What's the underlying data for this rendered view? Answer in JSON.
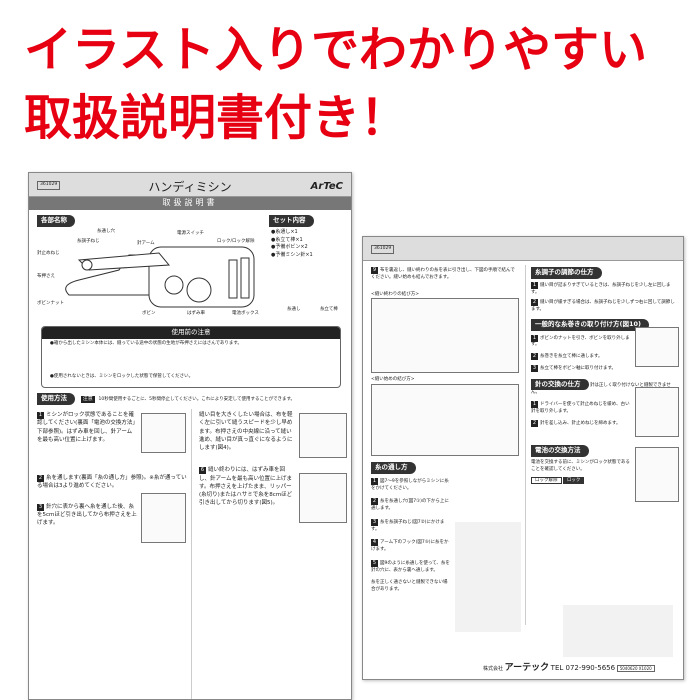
{
  "headline": {
    "line1": "イラスト入りでわかりやすい",
    "line2": "取扱説明書付き！",
    "color": "#e60012"
  },
  "left_page": {
    "code": "361029",
    "title": "ハンディミシン",
    "logo": "ArTeC",
    "subtitle": "取扱説明書",
    "parts_heading": "各部名称",
    "parts": [
      "糸通し穴",
      "糸調子ねじ",
      "針アーム",
      "電源スイッチ",
      "ロック/ロック解除",
      "針止めねじ",
      "布押さえ",
      "ボビンナット",
      "ボビン",
      "はずみ車",
      "電池ボックス"
    ],
    "set_heading": "セット内容",
    "set_items": [
      "●糸通し×1",
      "●糸立て棒×1",
      "●予備ボビン×2",
      "●予備ミシン針×1"
    ],
    "set_labels": [
      "糸通し",
      "糸立て棒"
    ],
    "caution_heading": "使用前の注意",
    "caution_items": [
      "●箱から出したミシン本体には、縫っている途中の状態の生地が布押さえにはさんであります。",
      "●使用されないときは、ミシンをロックした状態で保管してください。"
    ],
    "usage_heading": "使用方法",
    "usage_note_label": "注意",
    "usage_note": "10秒間使用するごとに、5秒間停止してください。これにより安定して使用することができます。",
    "steps": [
      {
        "n": "1",
        "text": "ミシンがロック状態であることを確認してください(裏面「電池の交換方法」下部参照)。はずみ車を回し、針アームを最も高い位置に上げます。"
      },
      {
        "n": "2",
        "text": "糸を通します(裏面「糸の通し方」参照)。※糸が通っている場合は3より進めてください。"
      },
      {
        "n": "3",
        "text": "針穴に表から裏へ糸を通した後、糸を5cmほど引き出してから布押さえを上げます。"
      },
      {
        "n": "",
        "text": "縫い目を大きくしたい場合は、布を軽く左に引いて縫うスピードを少し早めます。布押さえの中央線に沿って縫い進め、縫い目が真っ直ぐになるようにします(図4)。"
      },
      {
        "n": "6",
        "text": "縫い終わりには、はずみ車を回し、針アームを最も高い位置に上げます。布押さえを上げたまま、リッパー(糸切り)またはハサミで糸を8cmほど引き出してから切ります(図5)。"
      }
    ]
  },
  "right_page": {
    "code": "361029",
    "step9": "布を裏返し、縫い終わりの糸を表に引き出し、下図の手順で結んでください。縫い始めも結んでおきます。",
    "end_knot_label": "<縫い終わりの結び方>",
    "start_knot_label": "<縫い始めの結び方>",
    "tension_heading": "糸調子の調節の仕方",
    "tension_steps": [
      "縫い目が詰まりすぎているときは、糸調子ねじを少し左に回します。",
      "縫い目が緩すぎる場合は、糸調子ねじを少しずつ右に回して調節します。"
    ],
    "spool_heading": "一般的な糸巻きの取り付け方(図10)",
    "spool_steps": [
      "ボビンのナットを引き、ボビンを取り外します。",
      "糸巻きを糸立て棒に通します。",
      "糸立て棒をボビン軸に取り付けます。"
    ],
    "threading_heading": "糸の通し方",
    "threading_steps": [
      "図7〜9を参照しながらミシンに糸をかけてください。",
      "糸を糸通し穴(図7①)の下から上に通します。",
      "糸を糸調子ねじ(図7②)にかけます。",
      "アーム下のフック(図7⑤)に糸をかけます。",
      "図9のように糸通しを使って、糸を針の穴に、表から裏へ通します。"
    ],
    "threading_note": "糸を正しく通さないと縫製できない場合があります。",
    "needle_heading": "針の交換の仕方",
    "needle_note": "針は正しく取り付けないと縫製できません。",
    "needle_steps": [
      "ドライバーを使って針止めねじを緩め、古い針を取り外します。",
      "針を差し込み、針止めねじを締めます。"
    ],
    "battery_heading": "電池の交換方法",
    "battery_note": "電池を交換する前に、ミシンがロック状態であることを確認してください。",
    "battery_labels": [
      "ロック解除",
      "ロック"
    ],
    "footer_company": "株式会社",
    "footer_brand": "アーテック",
    "footer_tel": "TEL 072-990-5656",
    "footer_code": "5040620 X1020"
  }
}
